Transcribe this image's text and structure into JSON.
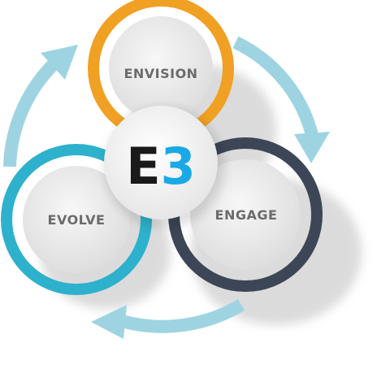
{
  "stages": [
    {
      "id": "envision",
      "label": "ENVISION",
      "ring_color": "#F0A023"
    },
    {
      "id": "engage",
      "label": "ENGAGE",
      "ring_color": "#3C4656"
    },
    {
      "id": "evolve",
      "label": "EVOLVE",
      "ring_color": "#2EB1CC"
    }
  ],
  "center": {
    "letter": "E",
    "number": "3",
    "letter_color": "#1a1a1a",
    "number_color": "#1AA9E6"
  },
  "arrow_color": "#9ED4E2",
  "arrow_direction": "clockwise"
}
